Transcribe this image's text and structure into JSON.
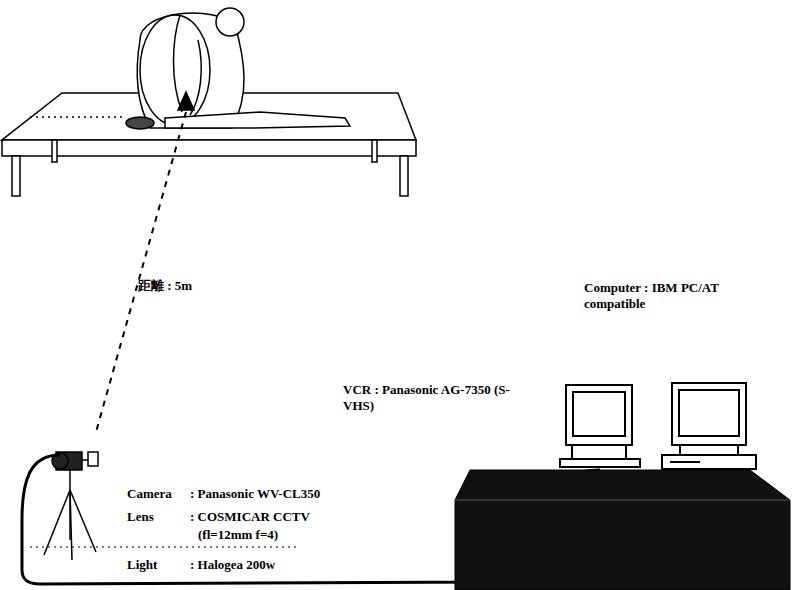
{
  "diagram": {
    "labels": [
      "距離 : 5m",
      "Computer : IBM PC/AT compatible",
      "VCR : Panasonic AG-7350 (S-VHS)",
      "Camera",
      ": Panasonic WV-CL350",
      "Lens",
      ": COSMICAR CCTV",
      "(fl=12mm  f=4)",
      "Light",
      ": Halogea 200w"
    ]
  }
}
